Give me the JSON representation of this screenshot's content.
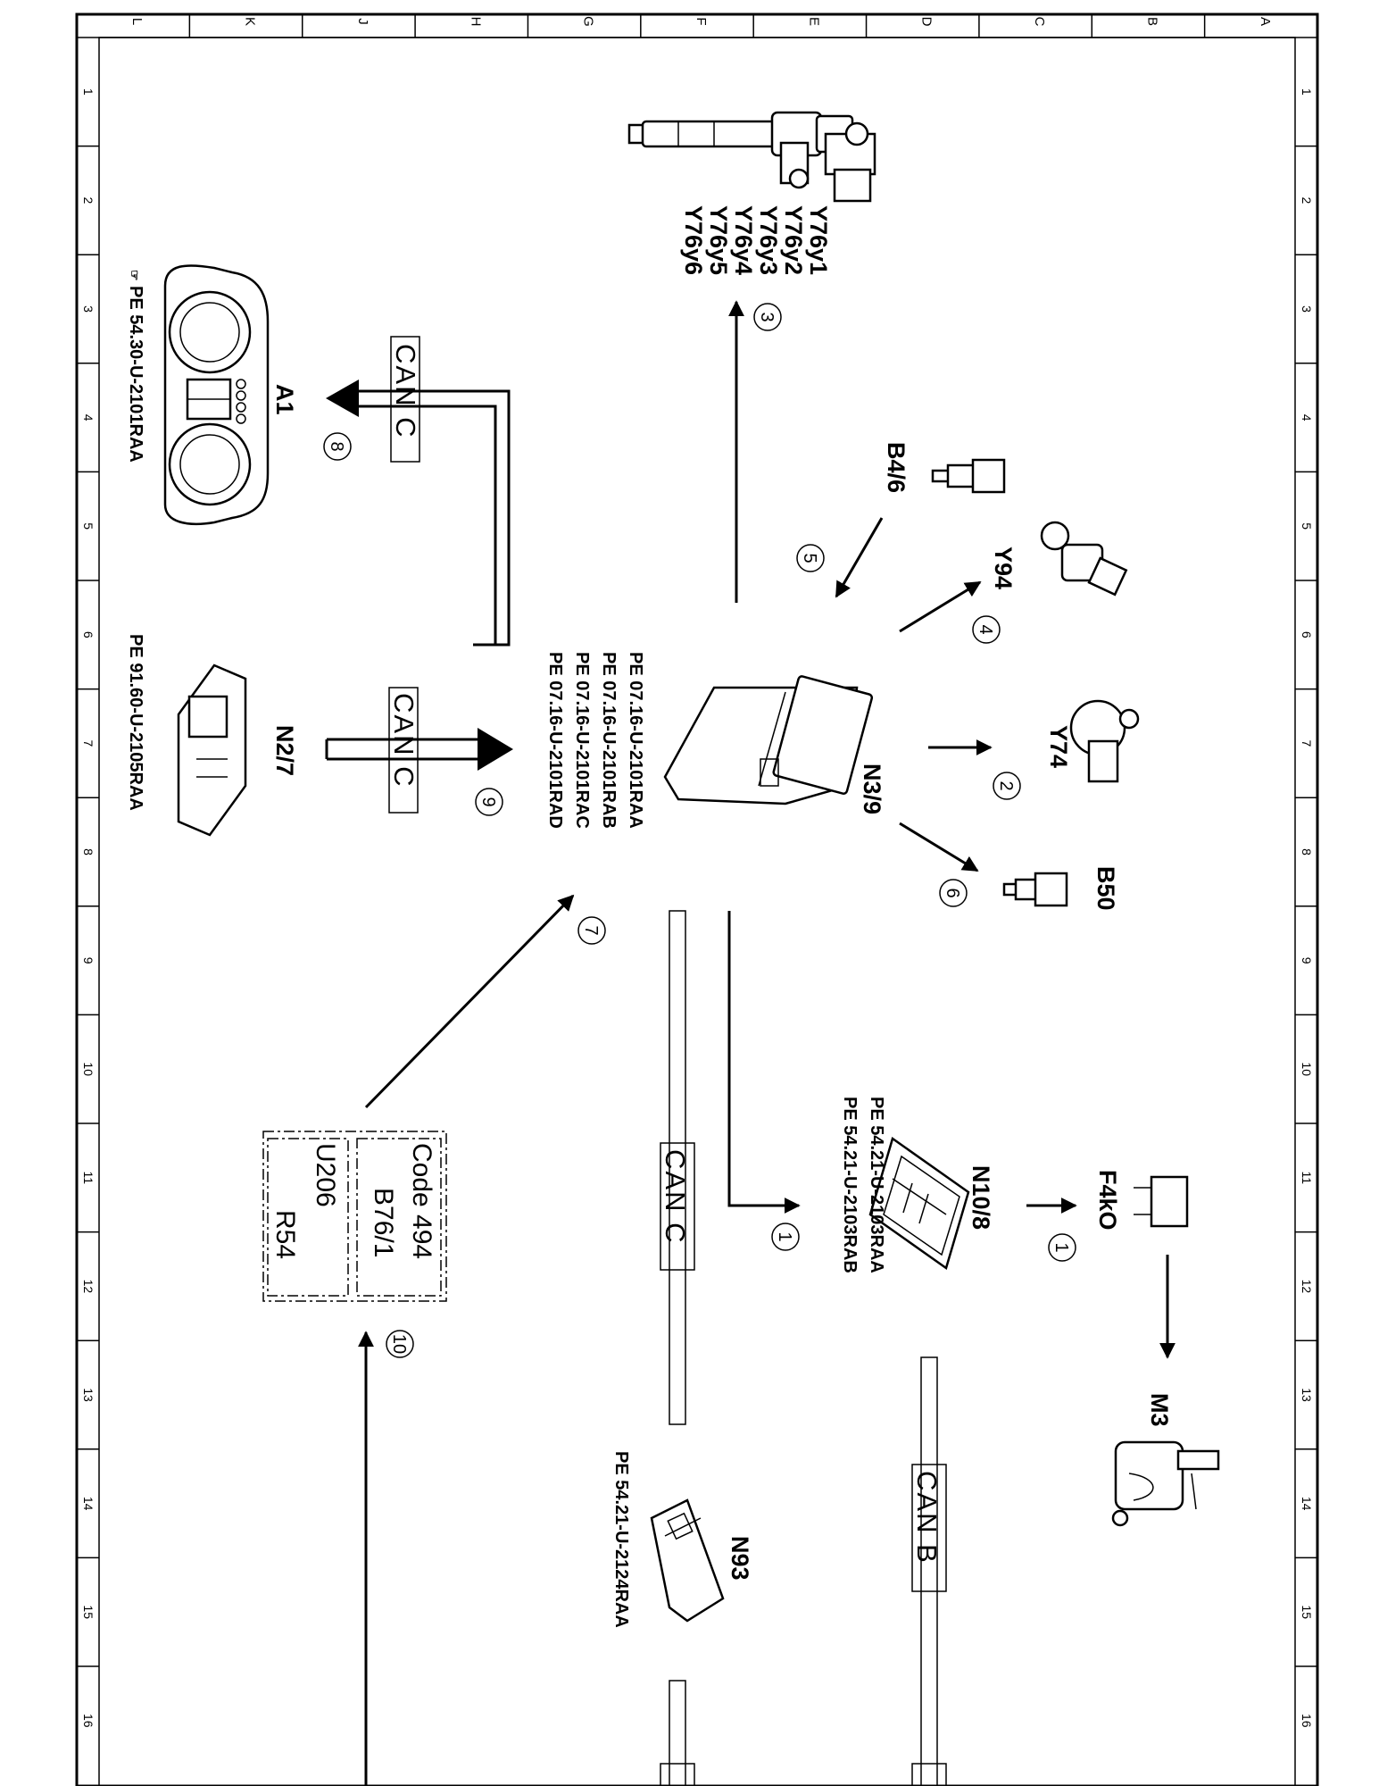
{
  "frame": {
    "columns": [
      "L",
      "K",
      "J",
      "H",
      "G",
      "F",
      "E",
      "D",
      "C",
      "B",
      "A"
    ],
    "rows": [
      "1",
      "2",
      "3",
      "4",
      "5",
      "6",
      "7",
      "8",
      "9",
      "10",
      "11",
      "12",
      "13",
      "14",
      "15",
      "16"
    ]
  },
  "components": {
    "injectors": [
      "Y76y1",
      "Y76y2",
      "Y76y3",
      "Y76y4",
      "Y76y5",
      "Y76y6"
    ],
    "a1": "A1",
    "b4_6": "B4/6",
    "y94": "Y94",
    "y74": "Y74",
    "n3_9": "N3/9",
    "b50": "B50",
    "n2_7": "N2/7",
    "n10_8": "N10/8",
    "f4k0": "F4kO",
    "m3": "M3",
    "n93": "N93"
  },
  "references": {
    "a1": "PE 54.30-U-2101RAA",
    "n2_7": "PE 91.60-U-2105RAA",
    "n3_9": [
      "PE 07.16-U-2101RAA",
      "PE 07.16-U-2101RAB",
      "PE 07.16-U-2101RAC",
      "PE 07.16-U-2101RAD"
    ],
    "n10_8": [
      "PE 54.21-U-2103RAA",
      "PE 54.21-U-2103RAB"
    ],
    "n93": "PE 54.21-U-2124RAA"
  },
  "signals": [
    "1",
    "1",
    "2",
    "3",
    "4",
    "5",
    "6",
    "7",
    "8",
    "9",
    "10"
  ],
  "bus_labels": {
    "can_c": "CAN C",
    "can_b": "CAN B"
  },
  "dashed_box": {
    "outer_lines": [
      "Code 494",
      "B76/1"
    ],
    "inner_lines": [
      "U206",
      "R54"
    ]
  }
}
